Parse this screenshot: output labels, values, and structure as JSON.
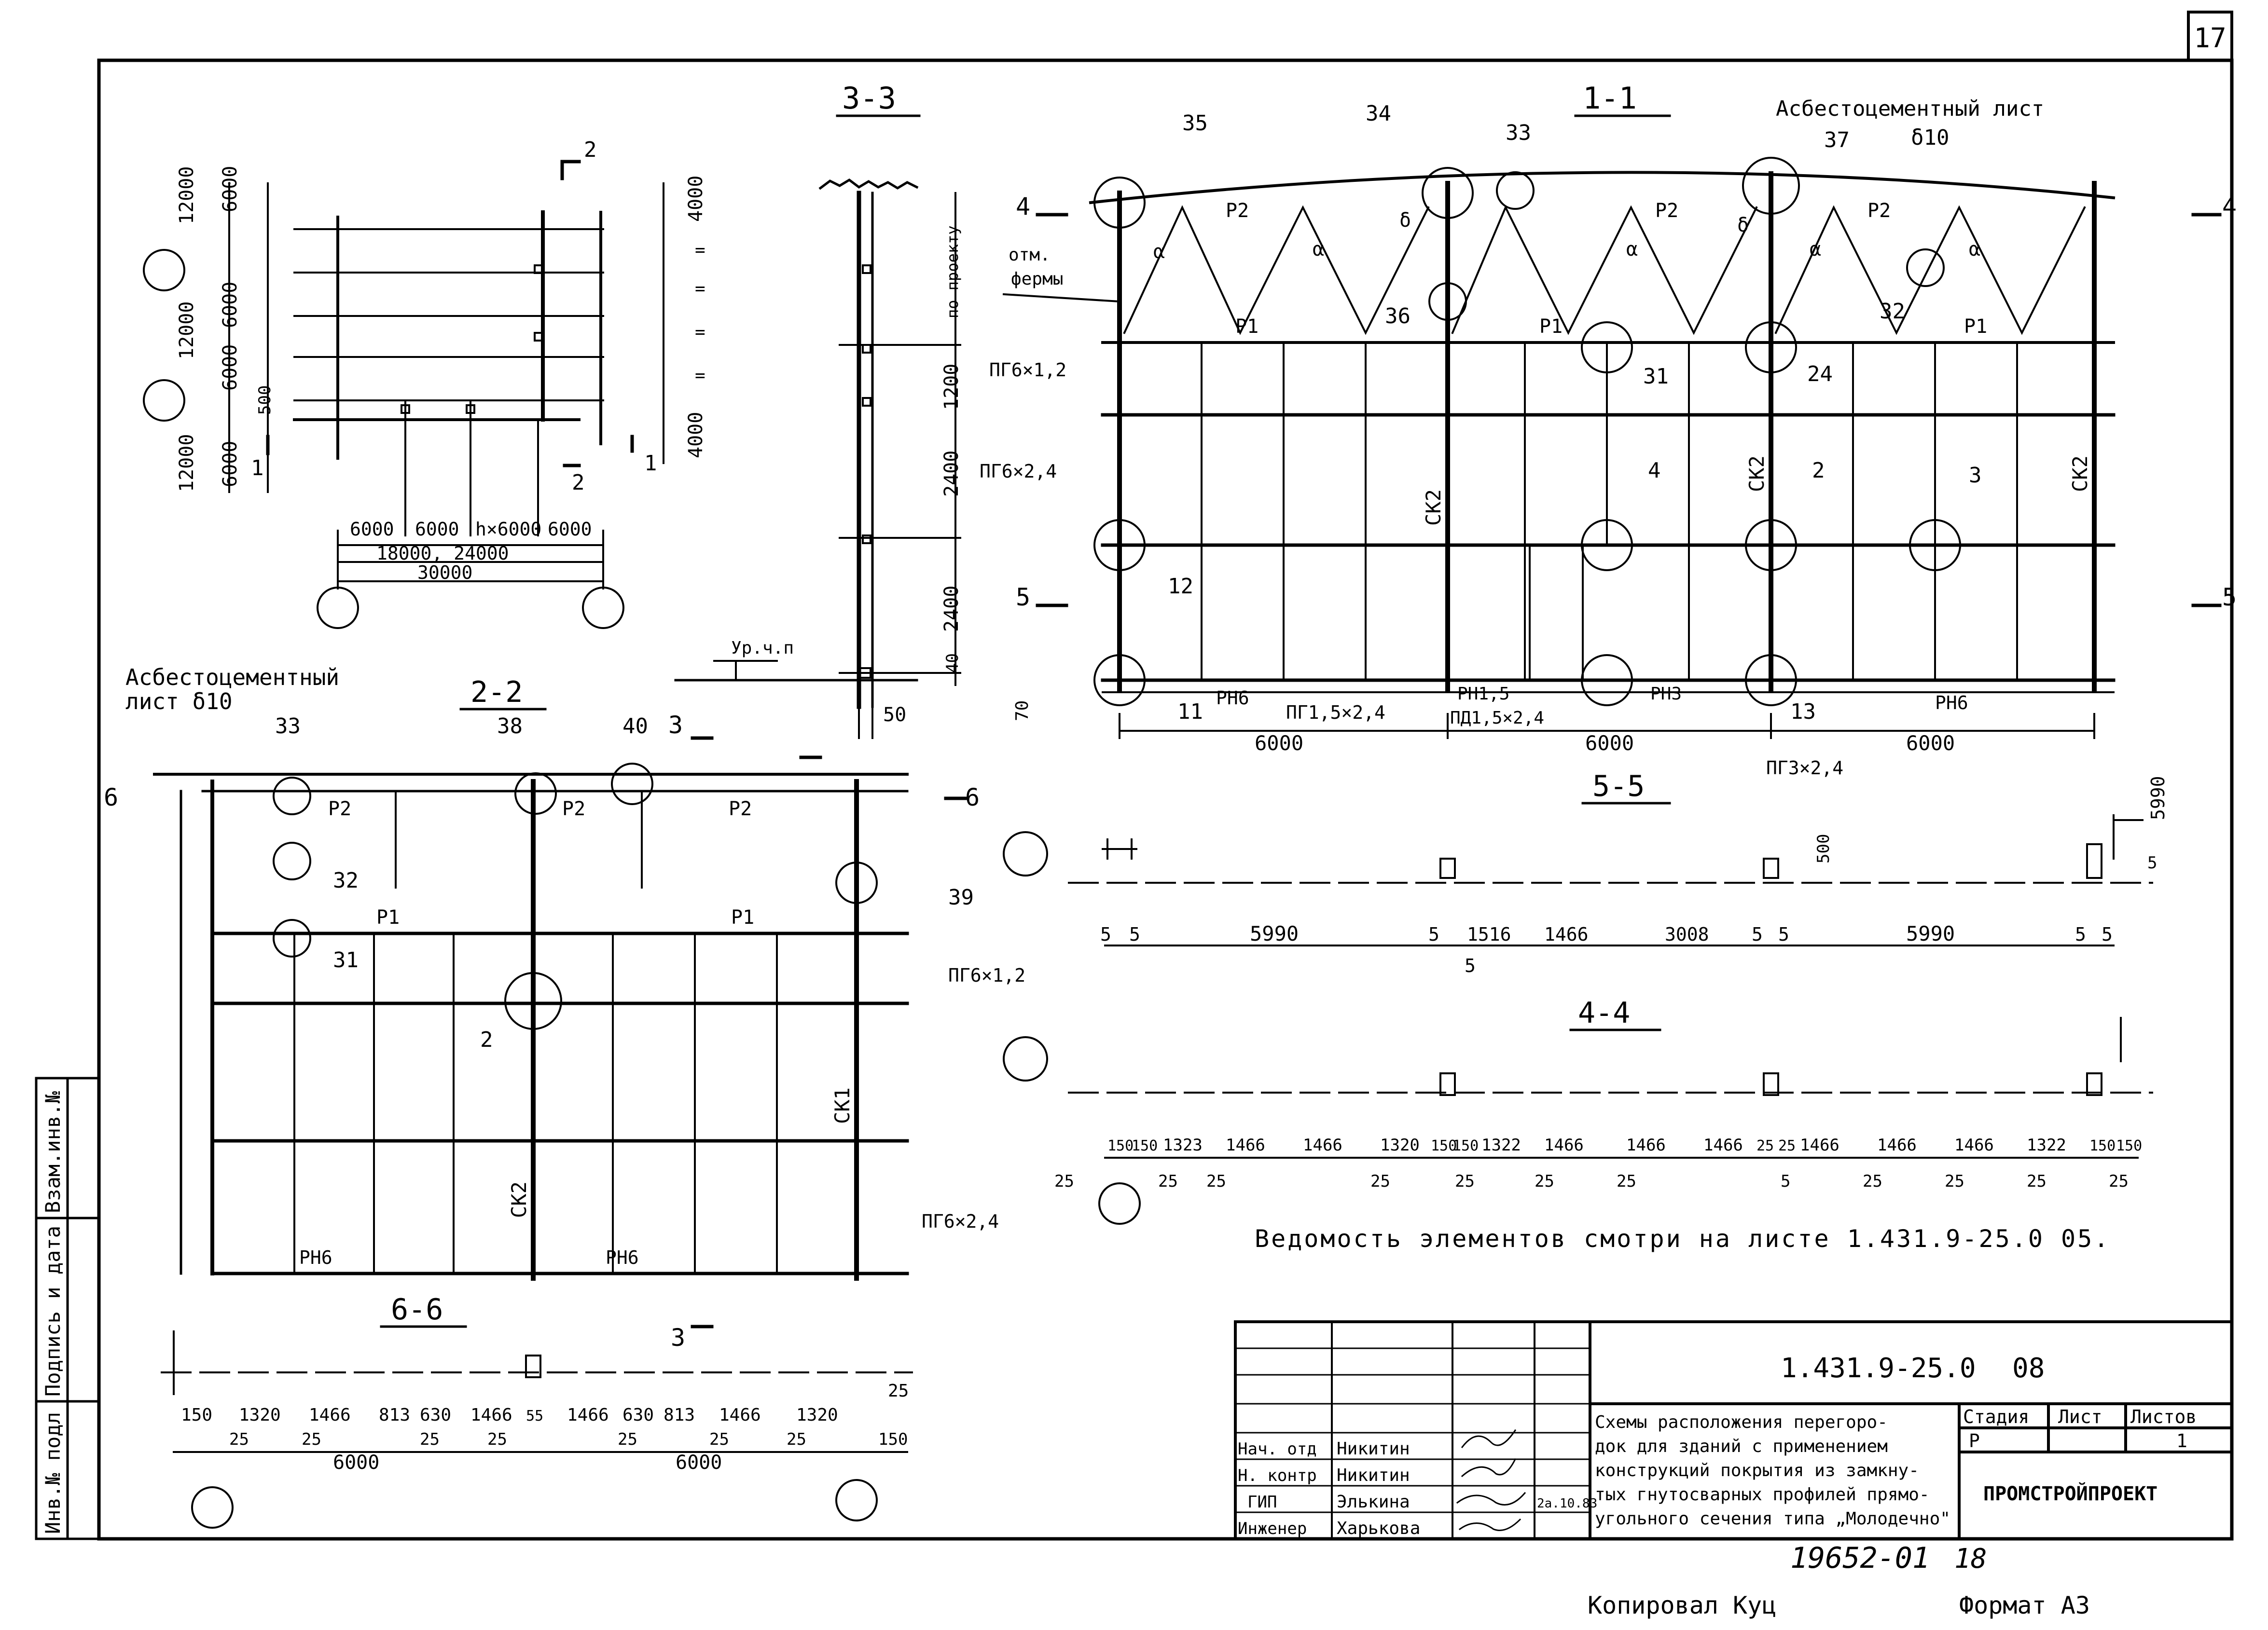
{
  "sheet": {
    "page_number": "17",
    "doc_code": "1.431.9-25.0",
    "sheet_code": "08",
    "archive_no": "19652-01",
    "archive_sheet": "18",
    "copied_by": "Копировал Куц",
    "format": "Формат А3",
    "reference_note": "Ведомость элементов смотри на листе 1.431.9-25.0 05."
  },
  "side_stamp": {
    "inv_podl": "Инв.№ подл",
    "podpis_data": "Подпись и дата",
    "vzam_inv": "Взам.инв.№"
  },
  "title_block": {
    "description_lines": [
      "Схемы расположения перегоро-",
      "док для зданий с применением",
      "конструкций покрытия из замкну-",
      "тых гнутосварных профилей прямо-",
      "угольного сечения типа „Молодечно\""
    ],
    "col_stage": "Стадия",
    "col_sheet": "Лист",
    "col_sheets": "Листов",
    "stage": "Р",
    "sheet_no": "1",
    "organization": "ПРОМСТРОЙПРОЕКТ",
    "signatures": [
      {
        "role": "Нач. отд",
        "name": "Никитин",
        "date": ""
      },
      {
        "role": "Н. контр",
        "name": "Никитин",
        "date": ""
      },
      {
        "role": "ГИП",
        "name": "Элькина",
        "date": "2а.10.83"
      },
      {
        "role": "Инженер",
        "name": "Харькова",
        "date": ""
      }
    ]
  },
  "plan": {
    "dims_left": [
      "12000",
      "12000",
      "12000"
    ],
    "dims_inner_left": [
      "6000",
      "6000",
      "6000",
      "6000",
      "500"
    ],
    "dims_right": [
      "4000",
      "4000"
    ],
    "ditto": "=",
    "dims_bottom": [
      "6000",
      "6000",
      "h×6000",
      "6000"
    ],
    "span_label": "18000, 24000",
    "total_label": "30000",
    "cut_labels": [
      "2",
      "2",
      "1",
      "1"
    ]
  },
  "section_3_3": {
    "title": "3-3",
    "level_label": "по проекту",
    "dims": [
      "1200",
      "2400",
      "2400",
      "40"
    ],
    "base_label": "Ур.ч.п",
    "bottom_dim": "50"
  },
  "section_1_1": {
    "title": "1-1",
    "asbestos_label": "Асбестоцементный лист",
    "asbestos_thickness": "δ10",
    "truss_label_1": "отм.",
    "truss_label_2": "фермы",
    "callouts": [
      "35",
      "34",
      "33",
      "37",
      "36",
      "32",
      "31",
      "24",
      "4",
      "2",
      "3",
      "12",
      "11",
      "13"
    ],
    "panels_top": [
      "Р2",
      "Р2",
      "Р2"
    ],
    "panels_bottom": [
      "Р1",
      "Р1",
      "Р1"
    ],
    "brace_alpha": "α",
    "brace_delta": "δ",
    "posts": [
      "СК2",
      "СК2",
      "СК2"
    ],
    "labels": [
      "ПГ6×1,2",
      "ПГ6×2,4",
      "РН6",
      "ПГ1,5×2,4",
      "РН1,5",
      "ПД1,5×2,4",
      "РН3",
      "РН6",
      "ПГ3×2,4"
    ],
    "dims": [
      "6000",
      "6000",
      "6000"
    ],
    "cut_marks": [
      "4",
      "4",
      "5",
      "5",
      "70"
    ]
  },
  "section_2_2": {
    "title": "2-2",
    "asbestos_label_1": "Асбестоцементный",
    "asbestos_label_2": "лист δ10",
    "callouts": [
      "33",
      "38",
      "40",
      "32",
      "31",
      "2",
      "39"
    ],
    "panels_top": [
      "Р2",
      "Р2",
      "Р2"
    ],
    "panels_bottom": [
      "Р1",
      "Р1"
    ],
    "posts": [
      "СК1",
      "СК2"
    ],
    "labels": [
      "ПГ6×1,2",
      "ПГ6×2,4",
      "РН6",
      "РН6"
    ],
    "cut_marks": [
      "6",
      "6",
      "3",
      "3"
    ]
  },
  "section_5_5": {
    "title": "5-5",
    "dims": [
      "5",
      "5",
      "5990",
      "5",
      "1516",
      "1466",
      "3008",
      "5",
      "5",
      "5990",
      "5",
      "5",
      "5",
      "500",
      "5990",
      "5"
    ]
  },
  "section_4_4": {
    "title": "4-4",
    "dims": [
      "150",
      "150",
      "1323",
      "1466",
      "1466",
      "1320",
      "150",
      "150",
      "1322",
      "1466",
      "1466",
      "1466",
      "25",
      "25",
      "1466",
      "1466",
      "1466",
      "1322",
      "150",
      "150"
    ],
    "dims_25": [
      "25",
      "25",
      "25",
      "25",
      "25",
      "25",
      "25",
      "5",
      "25",
      "25",
      "25",
      "25"
    ]
  },
  "section_6_6": {
    "title": "6-6",
    "dims": [
      "150",
      "1320",
      "1466",
      "813",
      "630",
      "1466",
      "55",
      "1466",
      "630",
      "813",
      "1466",
      "1320",
      "25"
    ],
    "dims_25": [
      "25",
      "25",
      "25",
      "25",
      "25",
      "25",
      "25",
      "150"
    ],
    "totals": [
      "6000",
      "6000"
    ]
  }
}
